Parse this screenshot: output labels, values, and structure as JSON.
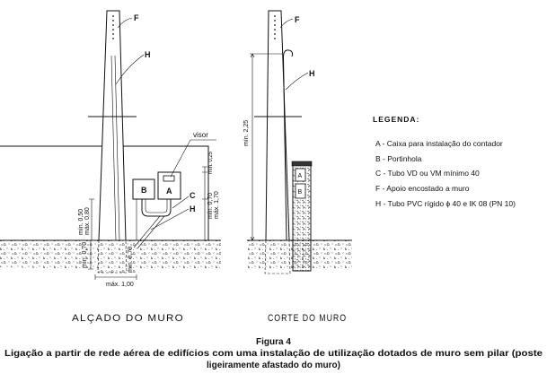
{
  "elevation": {
    "label_f": "F",
    "label_h_top": "H",
    "label_h_bottom": "H",
    "label_c": "C",
    "label_a": "A",
    "label_b": "B",
    "label_visor": "visor",
    "dim_min_050": "mín. 0,50",
    "dim_max_080": "máx. 0,80",
    "dim_min_070_left": "mín. 0,70",
    "dim_min_070_foundation": "mín. 0,70",
    "dim_min_025": "mín. 0,25",
    "dim_min_070_right": "mín. 0,70",
    "dim_max_170": "máx. 1,70",
    "dim_max_100": "máx. 1,00",
    "title": "ALÇADO DO MURO"
  },
  "section": {
    "label_f": "F",
    "label_h": "H",
    "label_a": "A",
    "label_b": "B",
    "dim_min_225": "mín. 2,25",
    "title": "CORTE DO MURO"
  },
  "legend": {
    "heading": "LEGENDA:",
    "items": [
      "A - Caixa para instalação do contador",
      "B - Portinhola",
      "C - Tubo VD ou VM mínimo 40",
      "F - Apoio encostado a muro",
      "H - Tubo PVC rígido ϕ 40 e IK 08 (PN 10)"
    ]
  },
  "caption": {
    "figure": "Figura 4",
    "line1": "Ligação a partir de rede aérea de edifícios com uma instalação de utilização dotados de muro sem pilar (poste",
    "line2": "ligeiramente afastado do muro)"
  }
}
